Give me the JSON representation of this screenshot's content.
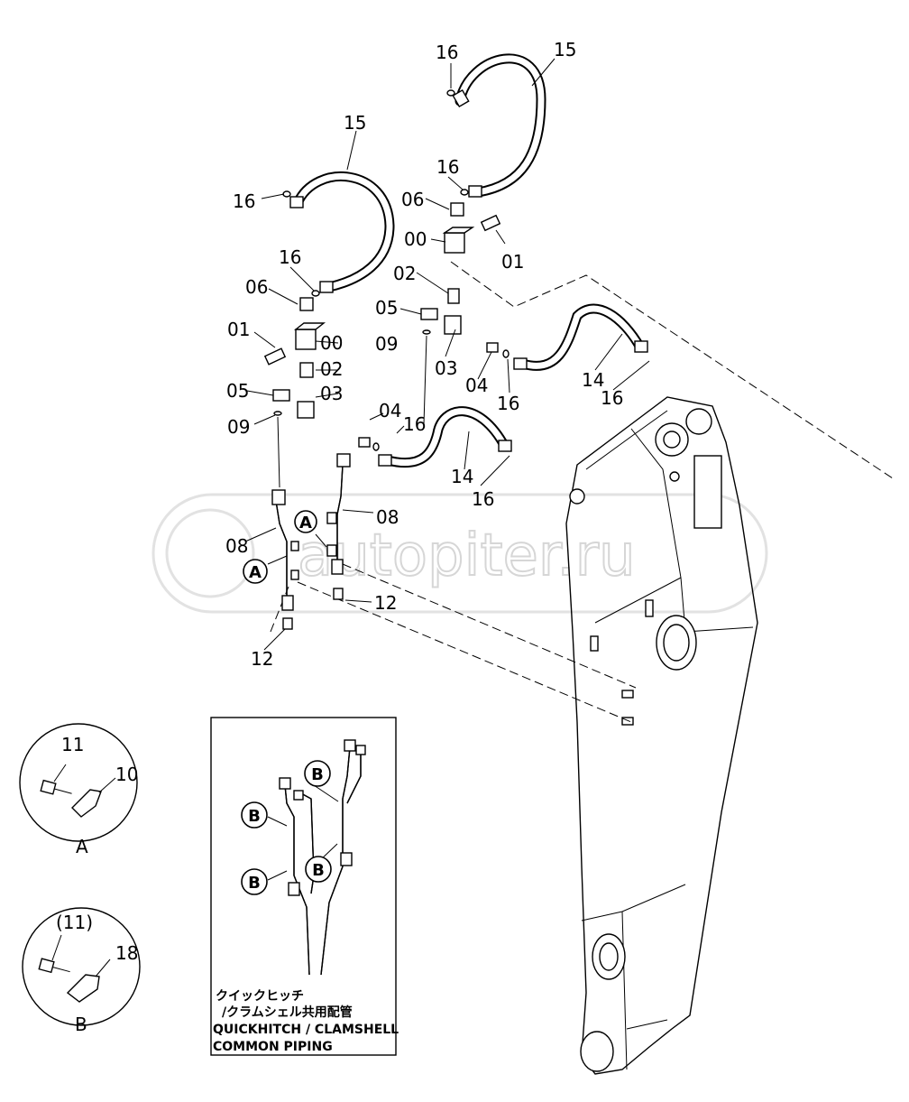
{
  "watermark": "autopiter.ru",
  "callouts": {
    "c16_top": "16",
    "c15_top": "15",
    "c15_left": "15",
    "c16_left": "16",
    "c16_r": "16",
    "c06_r": "06",
    "c00_r": "00",
    "c01_r": "01",
    "c16_l": "16",
    "c06_l": "06",
    "c02_r": "02",
    "c05_r": "05",
    "c09_r": "09",
    "c03_r": "03",
    "c04_r": "04",
    "c16_r2": "16",
    "c14_r": "14",
    "c16_r3": "16",
    "c01_l": "01",
    "c00_l": "00",
    "c02_l": "02",
    "c05_l": "05",
    "c03_l": "03",
    "c09_l": "09",
    "c04_l": "04",
    "c16_l2": "16",
    "c14_l": "14",
    "c16_l3": "16",
    "c08_r": "08",
    "c08_l": "08",
    "c12_r": "12",
    "c12_l": "12"
  },
  "markers": {
    "a1": "A",
    "a2": "A",
    "b1": "B",
    "b2": "B",
    "b3": "B",
    "b4": "B"
  },
  "detail_a": {
    "bolt": "11",
    "clamp": "10",
    "title": "A"
  },
  "detail_b": {
    "bolt": "(11)",
    "clamp": "18",
    "title": "B"
  },
  "inset_caption": {
    "jp1": "クイックヒッチ",
    "jp2": "/クラムシェル共用配管",
    "en1": "QUICKHITCH / CLAMSHELL",
    "en2": "COMMON PIPING"
  }
}
